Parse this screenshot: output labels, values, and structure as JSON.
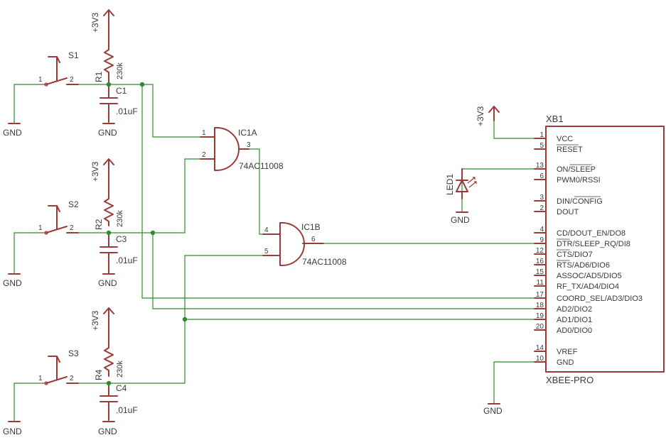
{
  "power_label": "+3V3",
  "ground_label": "GND",
  "switch_pin_labels": [
    "1",
    "2"
  ],
  "switches": [
    {
      "ref": "S1",
      "resistor": "R1",
      "resistor_value": "230k",
      "capacitor": "C1",
      "capacitor_value": ".01uF"
    },
    {
      "ref": "S2",
      "resistor": "R2",
      "resistor_value": "230k",
      "capacitor": "C3",
      "capacitor_value": ".01uF"
    },
    {
      "ref": "S3",
      "resistor": "R4",
      "resistor_value": "230k",
      "capacitor": "C4",
      "capacitor_value": ".01uF"
    }
  ],
  "gates": [
    {
      "ref": "IC1A",
      "part": "74AC11008",
      "pins": [
        "1",
        "2",
        "3"
      ]
    },
    {
      "ref": "IC1B",
      "part": "74AC11008",
      "pins": [
        "4",
        "5",
        "6"
      ]
    }
  ],
  "led": {
    "ref": "LED1"
  },
  "xbee": {
    "ref": "XB1",
    "part": "XBEE-PRO",
    "pins": [
      {
        "num": "1",
        "name": "VCC"
      },
      {
        "num": "5",
        "name": "RESET"
      },
      {
        "num": "13",
        "name": "ON/SLEEP"
      },
      {
        "num": "6",
        "name": "PWM0/RSSI"
      },
      {
        "num": "3",
        "name": "DIN/CONFIG"
      },
      {
        "num": "2",
        "name": "DOUT"
      },
      {
        "num": "4",
        "name": "CD/DOUT_EN/DO8"
      },
      {
        "num": "9",
        "name": "DTR/SLEEP_RQ/DI8"
      },
      {
        "num": "12",
        "name": "CTS/DIO7"
      },
      {
        "num": "16",
        "name": "RTS/AD6/DIO6"
      },
      {
        "num": "15",
        "name": "ASSOC/AD5/DIO5"
      },
      {
        "num": "11",
        "name": "RF_TX/AD4/DIO4"
      },
      {
        "num": "17",
        "name": "COORD_SEL/AD3/DIO3"
      },
      {
        "num": "18",
        "name": "AD2/DIO2"
      },
      {
        "num": "19",
        "name": "AD1/DIO1"
      },
      {
        "num": "20",
        "name": "AD0/DIO0"
      },
      {
        "num": "14",
        "name": "VREF"
      },
      {
        "num": "10",
        "name": "GND"
      }
    ]
  }
}
